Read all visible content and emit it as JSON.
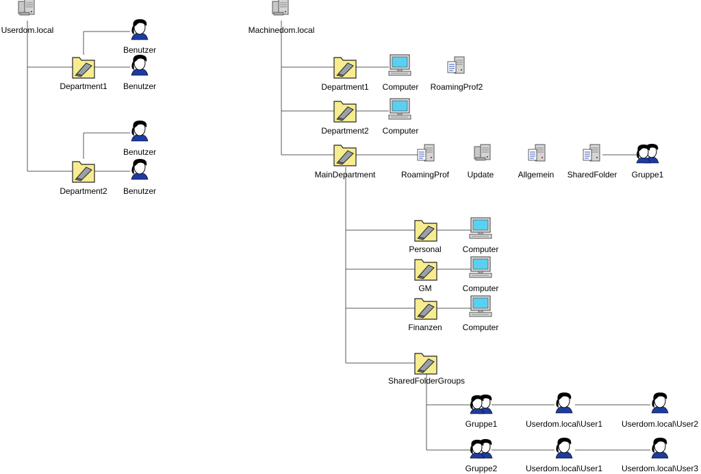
{
  "left_tree": {
    "root": "Userdom.local",
    "department1": {
      "label": "Department1",
      "user_top": "Benutzer",
      "user_bottom": "Benutzer"
    },
    "department2": {
      "label": "Department2",
      "user_top": "Benutzer",
      "user_bottom": "Benutzer"
    }
  },
  "right_tree": {
    "root": "Machinedom.local",
    "department1": {
      "label": "Department1",
      "computer": "Computer",
      "profile_server": "RoamingProf2"
    },
    "department2": {
      "label": "Department2",
      "computer": "Computer"
    },
    "main_department": {
      "label": "MainDepartment",
      "servers": {
        "roaming": "RoamingProf",
        "update": "Update",
        "allgemein": "Allgemein",
        "shared": "SharedFolder"
      },
      "shared_group": "Gruppe1",
      "personal": {
        "label": "Personal",
        "computer": "Computer"
      },
      "gm": {
        "label": "GM",
        "computer": "Computer"
      },
      "finanzen": {
        "label": "Finanzen",
        "computer": "Computer"
      },
      "shared_folder_groups": {
        "label": "SharedFolderGroups",
        "group1": {
          "label": "Gruppe1",
          "user_a": "Userdom.local\\User1",
          "user_b": "Userdom.local\\User2"
        },
        "group2": {
          "label": "Gruppe2",
          "user_a": "Userdom.local\\User1",
          "user_b": "Userdom.local\\User3"
        }
      }
    }
  },
  "colors": {
    "line": "#555555",
    "folder_fill": "#f7ec8f",
    "folder_stroke": "#222222",
    "screen": "#5ad0f0",
    "server": "#c0c0c0",
    "skin": "#ffffff",
    "hair": "#000000",
    "shirt": "#1e3b9e"
  }
}
